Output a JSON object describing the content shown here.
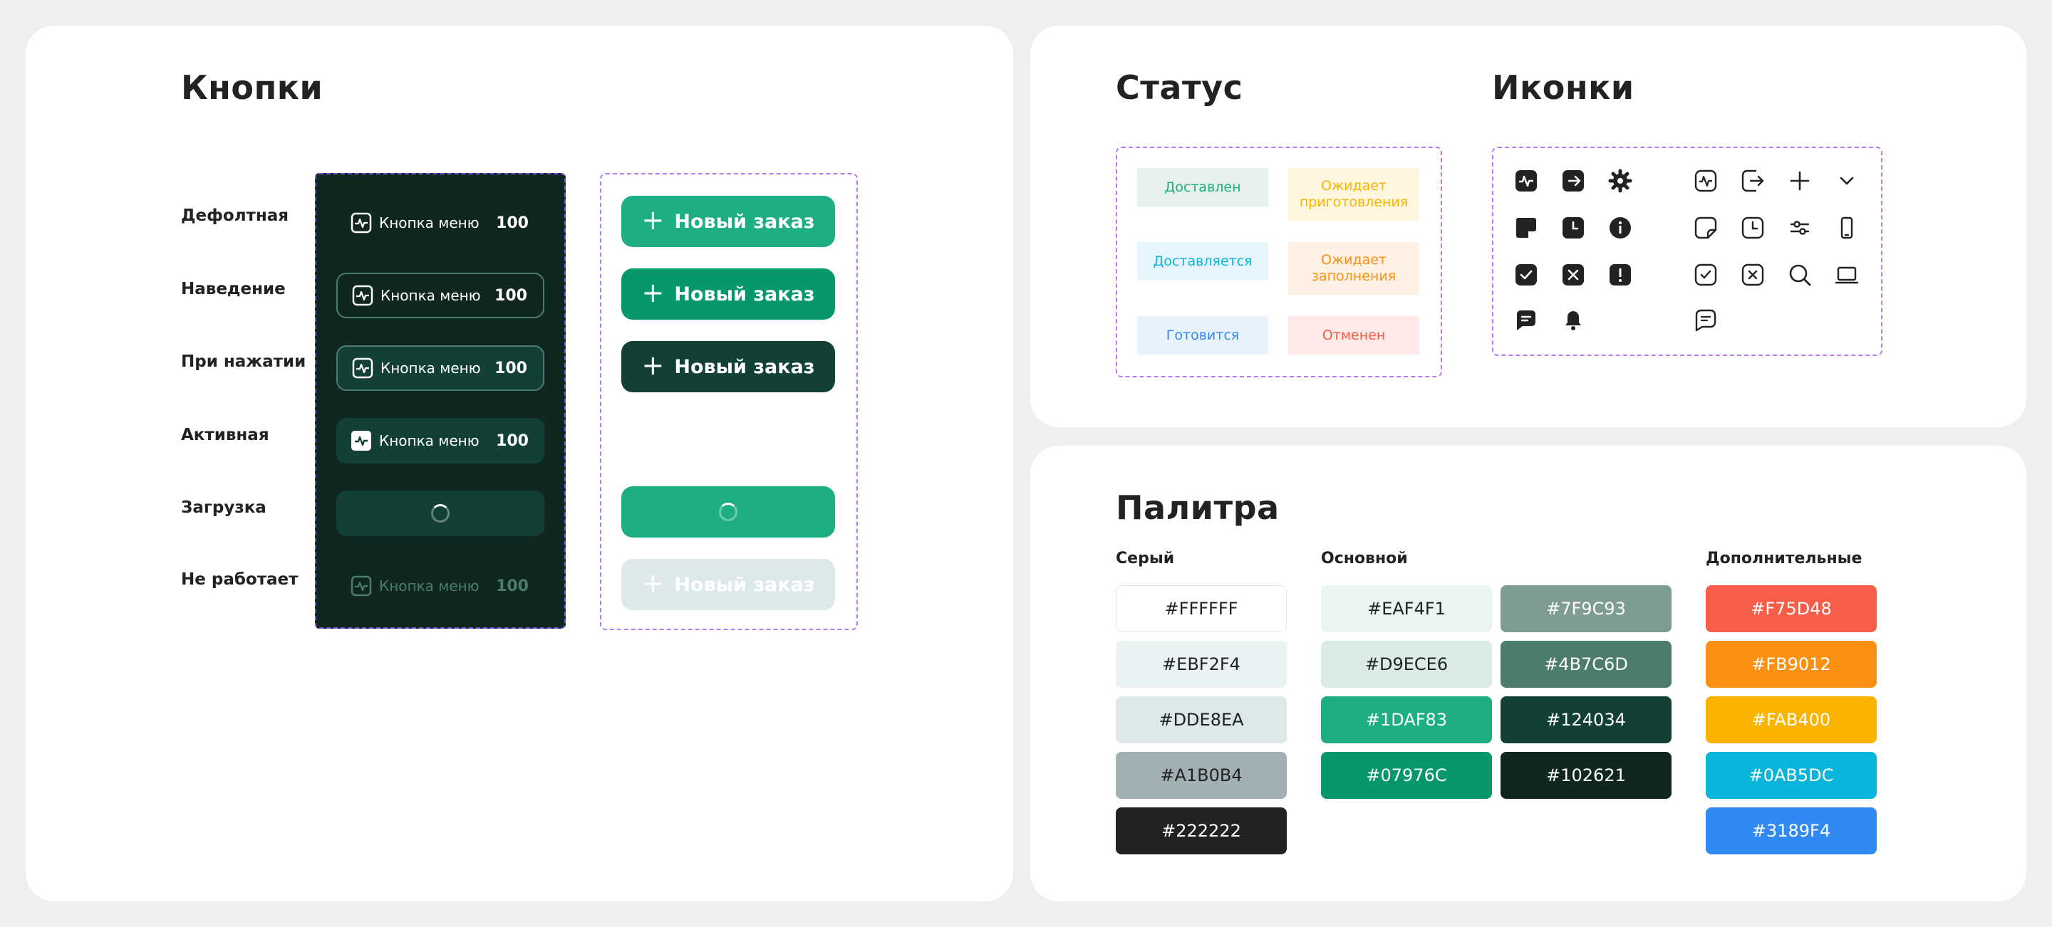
{
  "buttons_section": {
    "title": "Кнопки",
    "row_labels": [
      "Дефолтная",
      "Наведение",
      "При нажатии",
      "Активная",
      "Загрузка",
      "Не работает"
    ],
    "menu_button": {
      "label": "Кнопка меню",
      "count": "100",
      "icon": "pulse-icon"
    },
    "order_button": {
      "label": "Новый заказ",
      "icon": "plus-icon"
    }
  },
  "status_section": {
    "title": "Статус",
    "items": [
      {
        "label": "Доставлен",
        "bg": "#E6F1EC",
        "color": "#1DAF83"
      },
      {
        "label": "Ожидает приготовления",
        "bg": "#FFF6DF",
        "color": "#FAB400"
      },
      {
        "label": "Доставляется",
        "bg": "#E5F5FB",
        "color": "#0AB5DC"
      },
      {
        "label": "Ожидает заполнения",
        "bg": "#FFF1E3",
        "color": "#FB9012"
      },
      {
        "label": "Готовится",
        "bg": "#E8F2FD",
        "color": "#3189F4"
      },
      {
        "label": "Отменен",
        "bg": "#FEE9E6",
        "color": "#F75D48"
      }
    ]
  },
  "icons_section": {
    "title": "Иконки",
    "filled": [
      "pulse-icon",
      "logout-icon",
      "gear-icon",
      "sticker-icon",
      "clock-icon",
      "info-icon",
      "check-icon",
      "close-icon",
      "alert-icon",
      "chat-icon",
      "bell-icon"
    ],
    "outline": [
      "pulse-icon",
      "logout-icon",
      "plus-icon",
      "chevron-down-icon",
      "sticker-icon",
      "clock-icon",
      "sliders-icon",
      "phone-icon",
      "check-icon",
      "close-icon",
      "search-icon",
      "laptop-icon",
      "chat-icon"
    ]
  },
  "palette": {
    "title": "Палитра",
    "groups": {
      "gray": {
        "title": "Серый",
        "colors": [
          "#FFFFFF",
          "#EBF2F4",
          "#DDE8EA",
          "#A1B0B4",
          "#222222"
        ]
      },
      "main": {
        "title": "Основной",
        "colors": [
          "#EAF4F1",
          "#D9ECE6",
          "#1DAF83",
          "#07976C",
          "#7F9C93",
          "#4B7C6D",
          "#124034",
          "#102621"
        ]
      },
      "extra": {
        "title": "Дополнительные",
        "colors": [
          "#F75D48",
          "#FB9012",
          "#FAB400",
          "#0AB5DC",
          "#3189F4"
        ]
      }
    }
  },
  "colors": {
    "primary": "#1DAF83",
    "primary_hover": "#07976C",
    "primary_pressed": "#124034",
    "dark_bg": "#102621",
    "disabled_bg": "#DDE8EA",
    "dashed_border": "#B57BF0"
  }
}
